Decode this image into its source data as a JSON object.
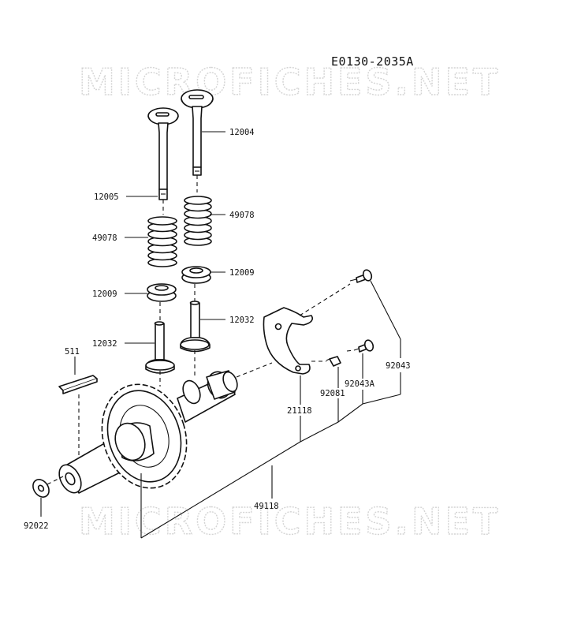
{
  "diagram": {
    "code": "E0130-2035A",
    "watermark_top": "MICROFICHES.NET",
    "watermark_bottom": "MICROFICHES.NET",
    "parts": {
      "p12004": "12004",
      "p12005": "12005",
      "p49078_right": "49078",
      "p49078_left": "49078",
      "p12009_right": "12009",
      "p12009_left": "12009",
      "p12032_right": "12032",
      "p12032_left": "12032",
      "p511": "511",
      "p92043": "92043",
      "p92043A": "92043A",
      "p92081": "92081",
      "p21118": "21118",
      "p49118": "49118",
      "p92022": "92022"
    }
  }
}
